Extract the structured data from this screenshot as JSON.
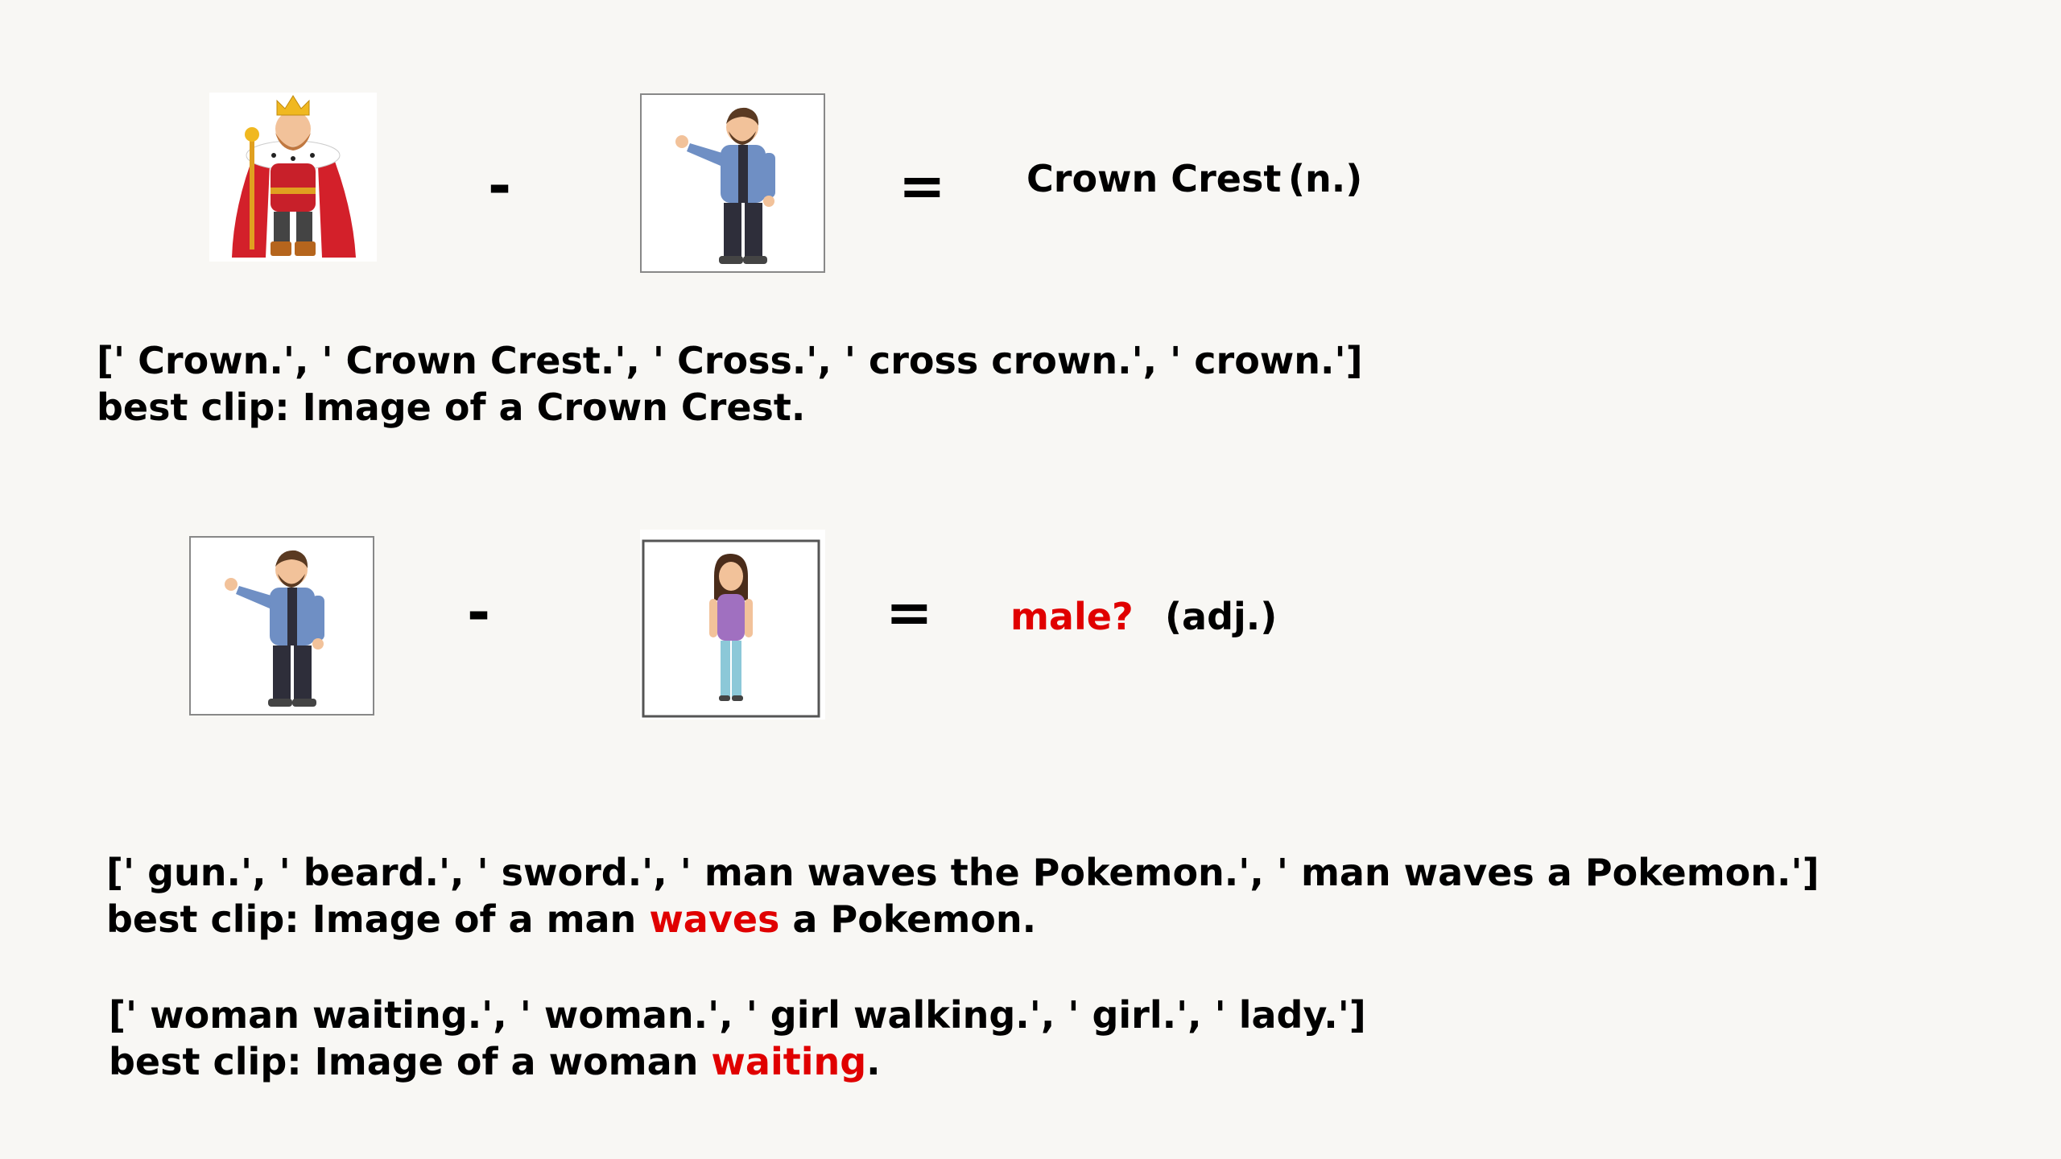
{
  "row1": {
    "minus": "-",
    "equals": "=",
    "result_word": "Crown Crest",
    "result_pos": "(n.)",
    "candidates": "[' Crown.', ' Crown Crest.', ' Cross.', ' cross crown.', ' crown.']",
    "best_prefix": "best clip: Image of a Crown Crest."
  },
  "row2": {
    "minus": "-",
    "equals": "=",
    "result_word": "male?",
    "result_pos": "(adj.)"
  },
  "man_block": {
    "candidates": "[' gun.', ' beard.', ' sword.', ' man waves the Pokemon.', ' man waves a Pokemon.']",
    "best_prefix": "best clip: Image of a man ",
    "best_highlight": "waves",
    "best_suffix": " a Pokemon."
  },
  "woman_block": {
    "candidates": "[' woman waiting.', ' woman.', ' girl walking.', ' girl.', ' lady.']",
    "best_prefix": "best clip: Image of a woman ",
    "best_highlight": "waiting",
    "best_suffix": "."
  },
  "colors": {
    "background": "#f8f7f4",
    "highlight": "#e00000",
    "text": "#000000"
  },
  "icons": [
    "king-image",
    "man-waving-image",
    "woman-standing-image"
  ]
}
